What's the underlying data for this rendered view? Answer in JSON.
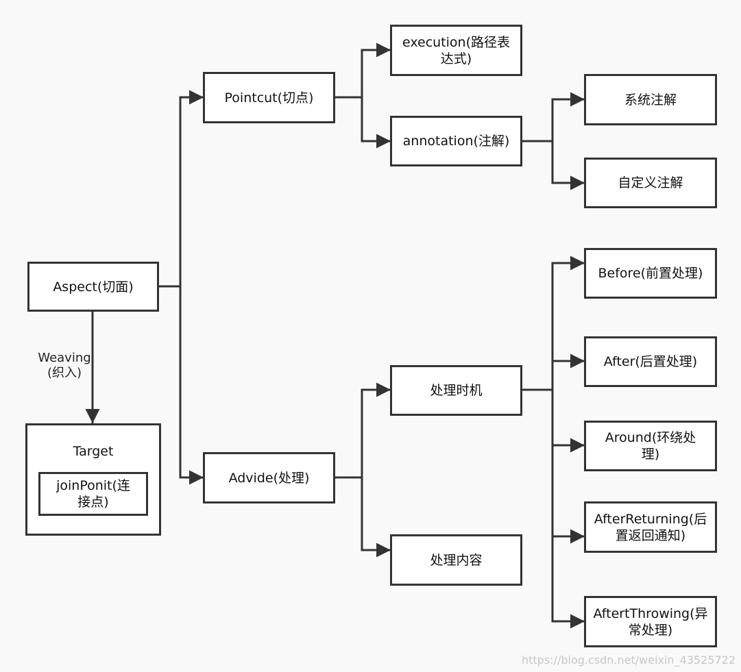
{
  "nodes": {
    "aspect": "Aspect(切面)",
    "target": "Target",
    "joinpoint": "joinPonit(连接点)",
    "pointcut": "Pointcut(切点)",
    "advide": "Advide(处理)",
    "execution": "execution(路径表达式)",
    "annotation": "annotation(注解)",
    "system_annotation": "系统注解",
    "custom_annotation": "自定义注解",
    "timing": "处理时机",
    "content": "处理内容",
    "before": "Before(前置处理)",
    "after": "After(后置处理)",
    "around": "Around(环绕处理)",
    "after_returning": "AfterReturning(后置返回通知)",
    "after_throwing": "AftertThrowing(异常处理)"
  },
  "edge_label": {
    "weaving_line1": "Weaving",
    "weaving_line2": "(织入)"
  },
  "watermark": "https://blog.csdn.net/weixin_43525722",
  "colors": {
    "line": "#333333",
    "box_border": "#333333",
    "background": "#f9f9f9"
  }
}
